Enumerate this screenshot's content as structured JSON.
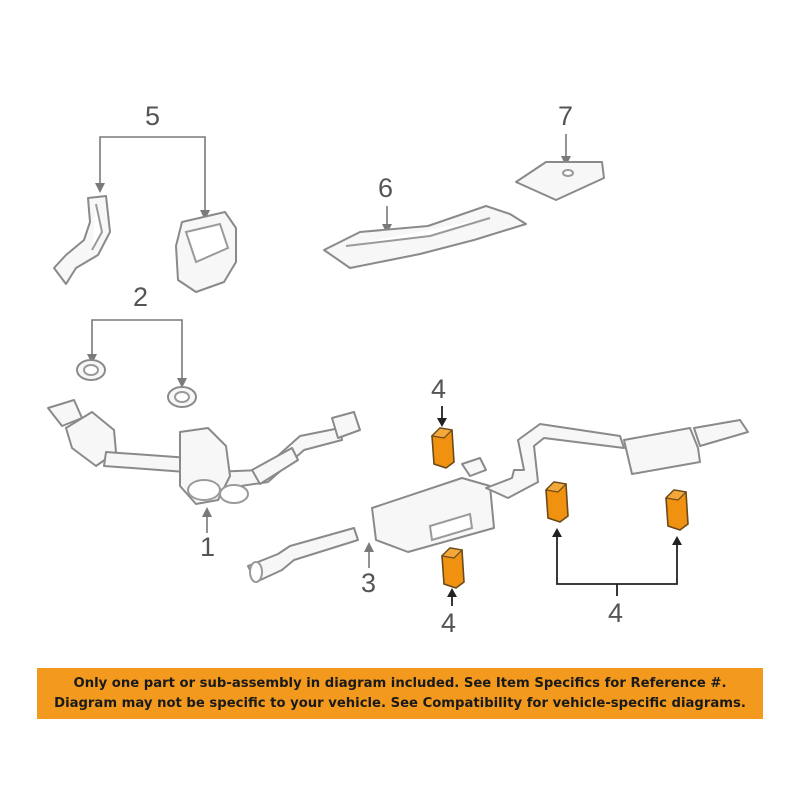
{
  "callouts": {
    "c1": "1",
    "c2": "2",
    "c3": "3",
    "c4a": "4",
    "c4b": "4",
    "c4c": "4",
    "c5": "5",
    "c6": "6",
    "c7": "7"
  },
  "banner": {
    "line1": "Only one part or sub-assembly in diagram included. See Item Specifics for Reference #.",
    "line2": "Diagram may not be specific to your vehicle. See Compatibility for vehicle-specific diagrams."
  },
  "colors": {
    "highlight": "#f0920f",
    "banner": "#f39a1e"
  }
}
